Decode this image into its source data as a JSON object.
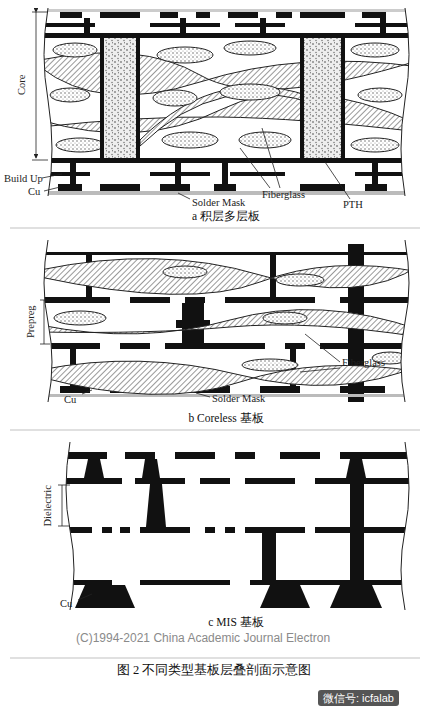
{
  "diagram": {
    "caption": "图 2 不同类型基板层叠剖面示意图",
    "labels": [
      "Core",
      "Build Up",
      "Cu",
      "Solder Mask",
      "Fiberglass",
      "PTH",
      "a 积层多层板",
      "Prepreg",
      "Cu",
      "Solder Mask",
      "Fiberglass",
      "b Coreless 基板",
      "Dielectric",
      "Cu",
      "c MIS 基板",
      "(C)1994-2021 China Academic Journal Electron",
      "微信号: icfalab"
    ]
  }
}
